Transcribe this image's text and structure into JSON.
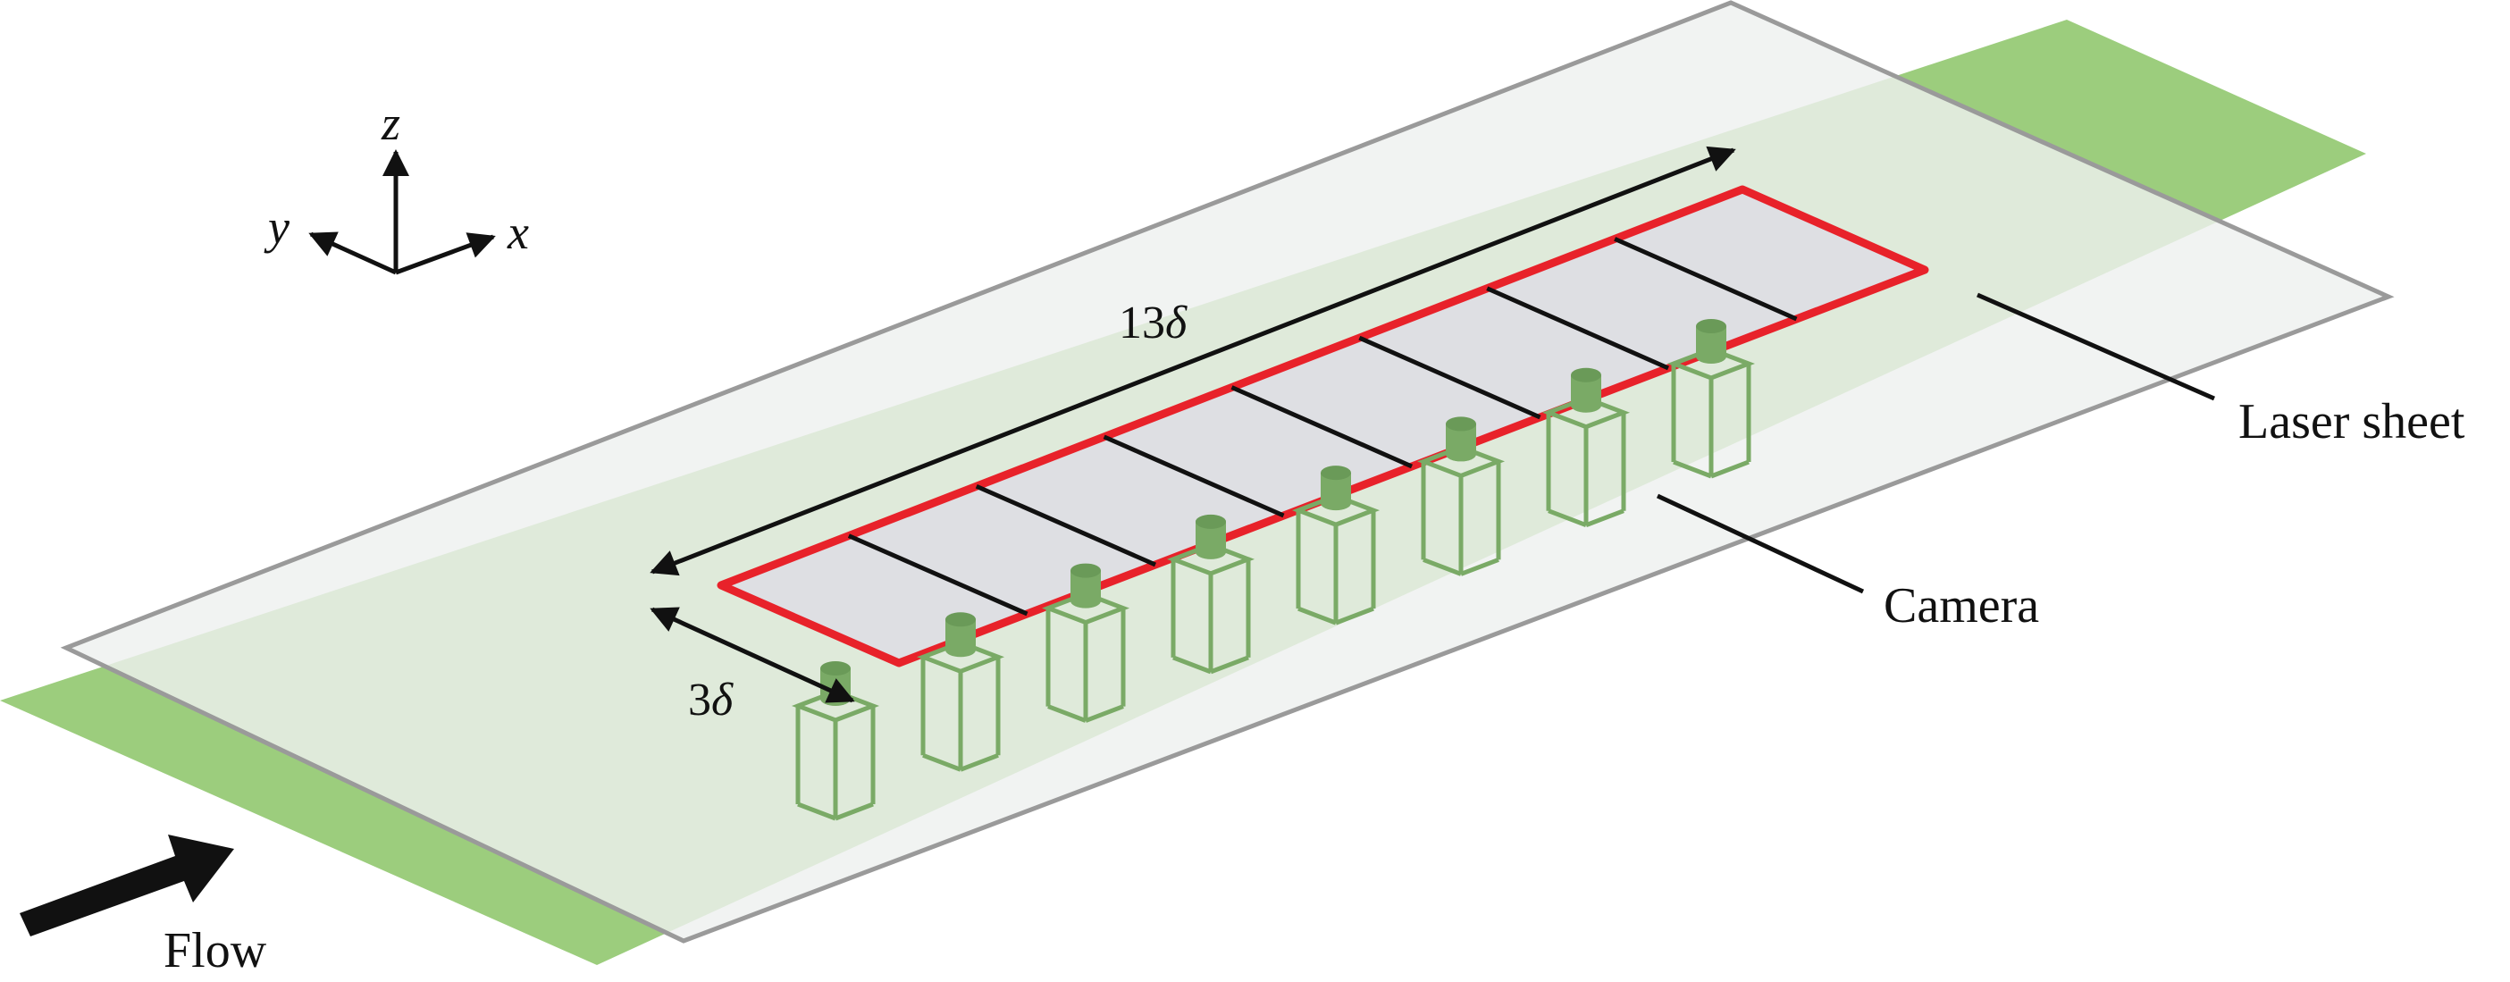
{
  "axes": {
    "x": "x",
    "y": "y",
    "z": "z"
  },
  "dimensions": {
    "length": {
      "number": "13",
      "symbol": "δ"
    },
    "width": {
      "number": "3",
      "symbol": "δ"
    }
  },
  "callouts": {
    "laser_sheet": "Laser sheet",
    "camera": "Camera"
  },
  "flow_label": "Flow",
  "camera_count": 8,
  "field_of_view_segments": 8,
  "colors": {
    "laser_sheet": "#9ccd7d",
    "plate_fill": "#f2f4f3",
    "plate_edge": "#9a9a9a",
    "fov_outline": "#e8222a",
    "fov_fill": "#dedfe3",
    "camera": "#7aaa66",
    "ink": "#111111"
  }
}
